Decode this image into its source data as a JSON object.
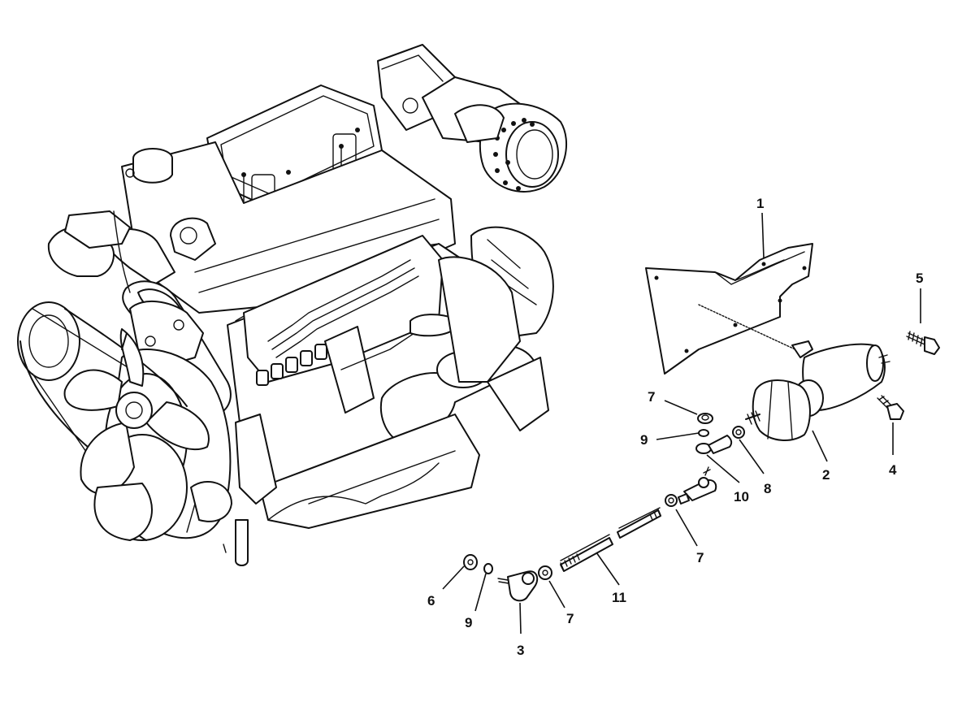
{
  "callouts": [
    {
      "id": "1",
      "label": "1"
    },
    {
      "id": "2",
      "label": "2"
    },
    {
      "id": "3",
      "label": "3"
    },
    {
      "id": "4",
      "label": "4"
    },
    {
      "id": "5",
      "label": "5"
    },
    {
      "id": "6",
      "label": "6"
    },
    {
      "id": "7a",
      "label": "7"
    },
    {
      "id": "7b",
      "label": "7"
    },
    {
      "id": "7c",
      "label": "7"
    },
    {
      "id": "8",
      "label": "8"
    },
    {
      "id": "9a",
      "label": "9"
    },
    {
      "id": "9b",
      "label": "9"
    },
    {
      "id": "10",
      "label": "10"
    },
    {
      "id": "11",
      "label": "11"
    }
  ]
}
